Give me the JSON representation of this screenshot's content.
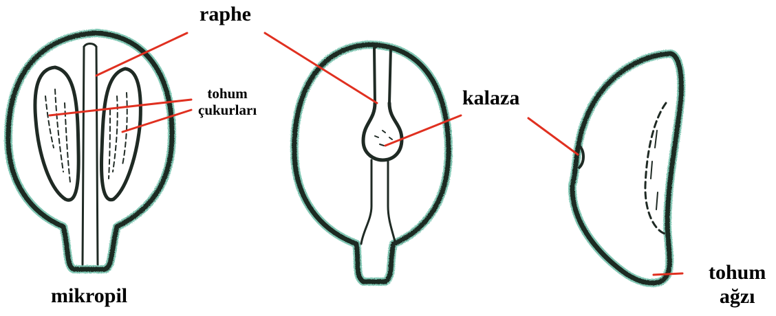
{
  "labels": {
    "raphe": "raphe",
    "tohum_cukurlari_1": "tohum",
    "tohum_cukurlari_2": "çukurları",
    "kalaza": "kalaza",
    "mikropil": "mikropil",
    "tohum_agzi_1": "tohum",
    "tohum_agzi_2": "ağzı"
  },
  "colors": {
    "outline": "#1f2a24",
    "edge_tint": "#1d9a78",
    "pointer": "#e03020",
    "background": "#ffffff"
  }
}
